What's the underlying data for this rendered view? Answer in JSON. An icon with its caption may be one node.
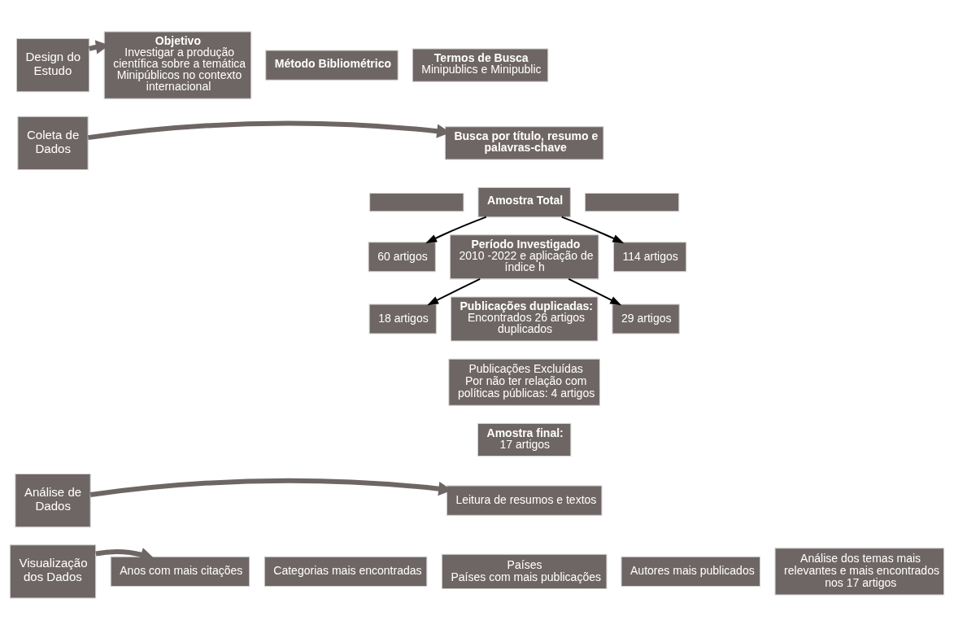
{
  "diagram": {
    "nodes": [
      {
        "text": [
          "Design do Estudo"
        ]
      },
      {
        "text": [
          "Objetivo",
          "Investigar a produção científica sobre a temática Minipúblicos no contexto internacional"
        ]
      },
      {
        "text": [
          "Método Bibliométrico"
        ]
      },
      {
        "text": [
          "Termos de Busca",
          "Minipublics e Minipublic"
        ]
      },
      {
        "text": [
          "Coleta de Dados"
        ]
      },
      {
        "text": [
          "Busca por título, resumo e palavras-chave"
        ]
      },
      {
        "text": [],
        "shape": "box"
      },
      {
        "text": [
          "Amostra Total"
        ]
      },
      {
        "text": [],
        "shape": "box"
      },
      {
        "text": [
          "60 artigos"
        ]
      },
      {
        "text": [
          "Período Investigado",
          "2010 -2022 e aplicação de índice h"
        ]
      },
      {
        "text": [
          "114 artigos"
        ]
      },
      {
        "text": [
          "18 artigos"
        ]
      },
      {
        "text": [
          "Publicações duplicadas:",
          "Encontrados 26 artigos duplicados"
        ]
      },
      {
        "text": [
          "29 artigos"
        ]
      },
      {
        "text": [
          "Publicações Excluídas",
          "Por não ter relação com políticas públicas: 4 artigos"
        ]
      },
      {
        "text": [
          "Amostra final:",
          "17 artigos"
        ]
      },
      {
        "text": [
          "Análise de Dados"
        ]
      },
      {
        "text": [
          "Leitura de resumos e textos"
        ]
      },
      {
        "text": [
          "Visualização dos Dados"
        ]
      },
      {
        "text": [
          "Anos com mais citações"
        ]
      },
      {
        "text": [
          "Categorias mais encontradas"
        ]
      },
      {
        "text": [
          "Países",
          "Países com mais publicações"
        ]
      },
      {
        "text": [
          "Autores mais publicados"
        ]
      },
      {
        "text": [
          "Análise dos temas mais relevantes e mais encontrados nos 17 artigos"
        ]
      }
    ],
    "edges": [
      {
        "from": 0,
        "to": 1,
        "arrow": "to",
        "style": "thick",
        "color": "#6e6664"
      },
      {
        "from": 4,
        "to": 5,
        "arrow": "to",
        "style": "thick",
        "color": "#6e6664"
      },
      {
        "from": 7,
        "to": 9,
        "arrow": "to",
        "color": "#000000"
      },
      {
        "from": 7,
        "to": 11,
        "arrow": "to",
        "color": "#000000"
      },
      {
        "from": 10,
        "to": 12,
        "arrow": "to",
        "color": "#000000"
      },
      {
        "from": 10,
        "to": 14,
        "arrow": "to",
        "color": "#000000"
      },
      {
        "from": 17,
        "to": 18,
        "arrow": "to",
        "style": "thick",
        "color": "#6e6664"
      },
      {
        "from": 19,
        "to": 20,
        "arrow": "to",
        "style": "thick",
        "color": "#6e6664"
      }
    ]
  }
}
